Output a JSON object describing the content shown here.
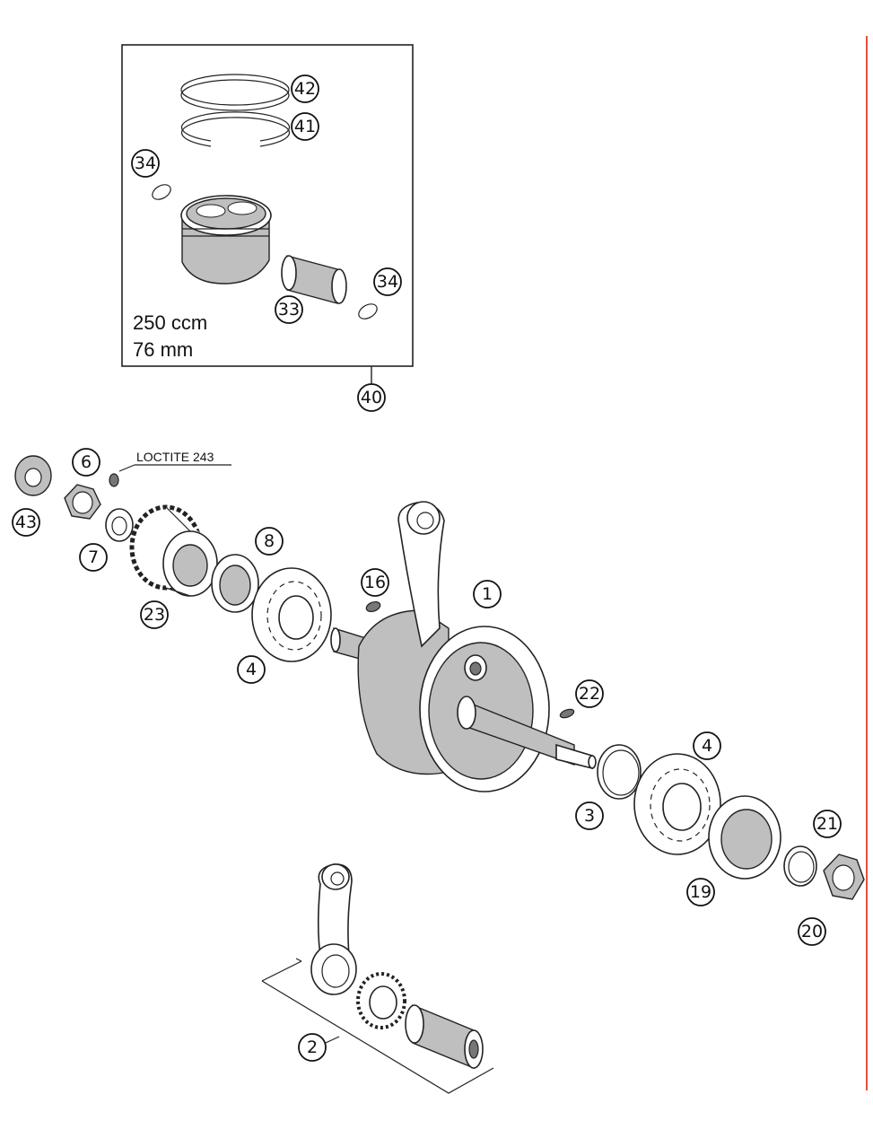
{
  "kit_box": {
    "displacement": "250 ccm",
    "bore": "76 mm"
  },
  "note": "LOCTITE 243",
  "callouts": {
    "c42": "42",
    "c41": "41",
    "c34a": "34",
    "c34b": "34",
    "c33": "33",
    "c40": "40",
    "c6": "6",
    "c43": "43",
    "c7": "7",
    "c23": "23",
    "c8": "8",
    "c4a": "4",
    "c16": "16",
    "c1": "1",
    "c22": "22",
    "c3": "3",
    "c4b": "4",
    "c21": "21",
    "c19": "19",
    "c20": "20",
    "c2": "2"
  },
  "colors": {
    "margin_line": "#e8503a"
  }
}
